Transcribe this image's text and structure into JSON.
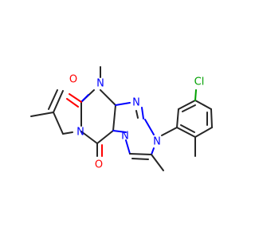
{
  "molecule": {
    "atom_labels": {
      "o_top": "O",
      "o_bottom": "O",
      "n1": "N",
      "n3": "N",
      "n9": "N",
      "n7": "N",
      "n8": "N",
      "cl": "Cl"
    },
    "colors": {
      "bond": "#262626",
      "nitrogen": "#0000ff",
      "oxygen": "#ff0000",
      "chlorine": "#00a000"
    }
  }
}
